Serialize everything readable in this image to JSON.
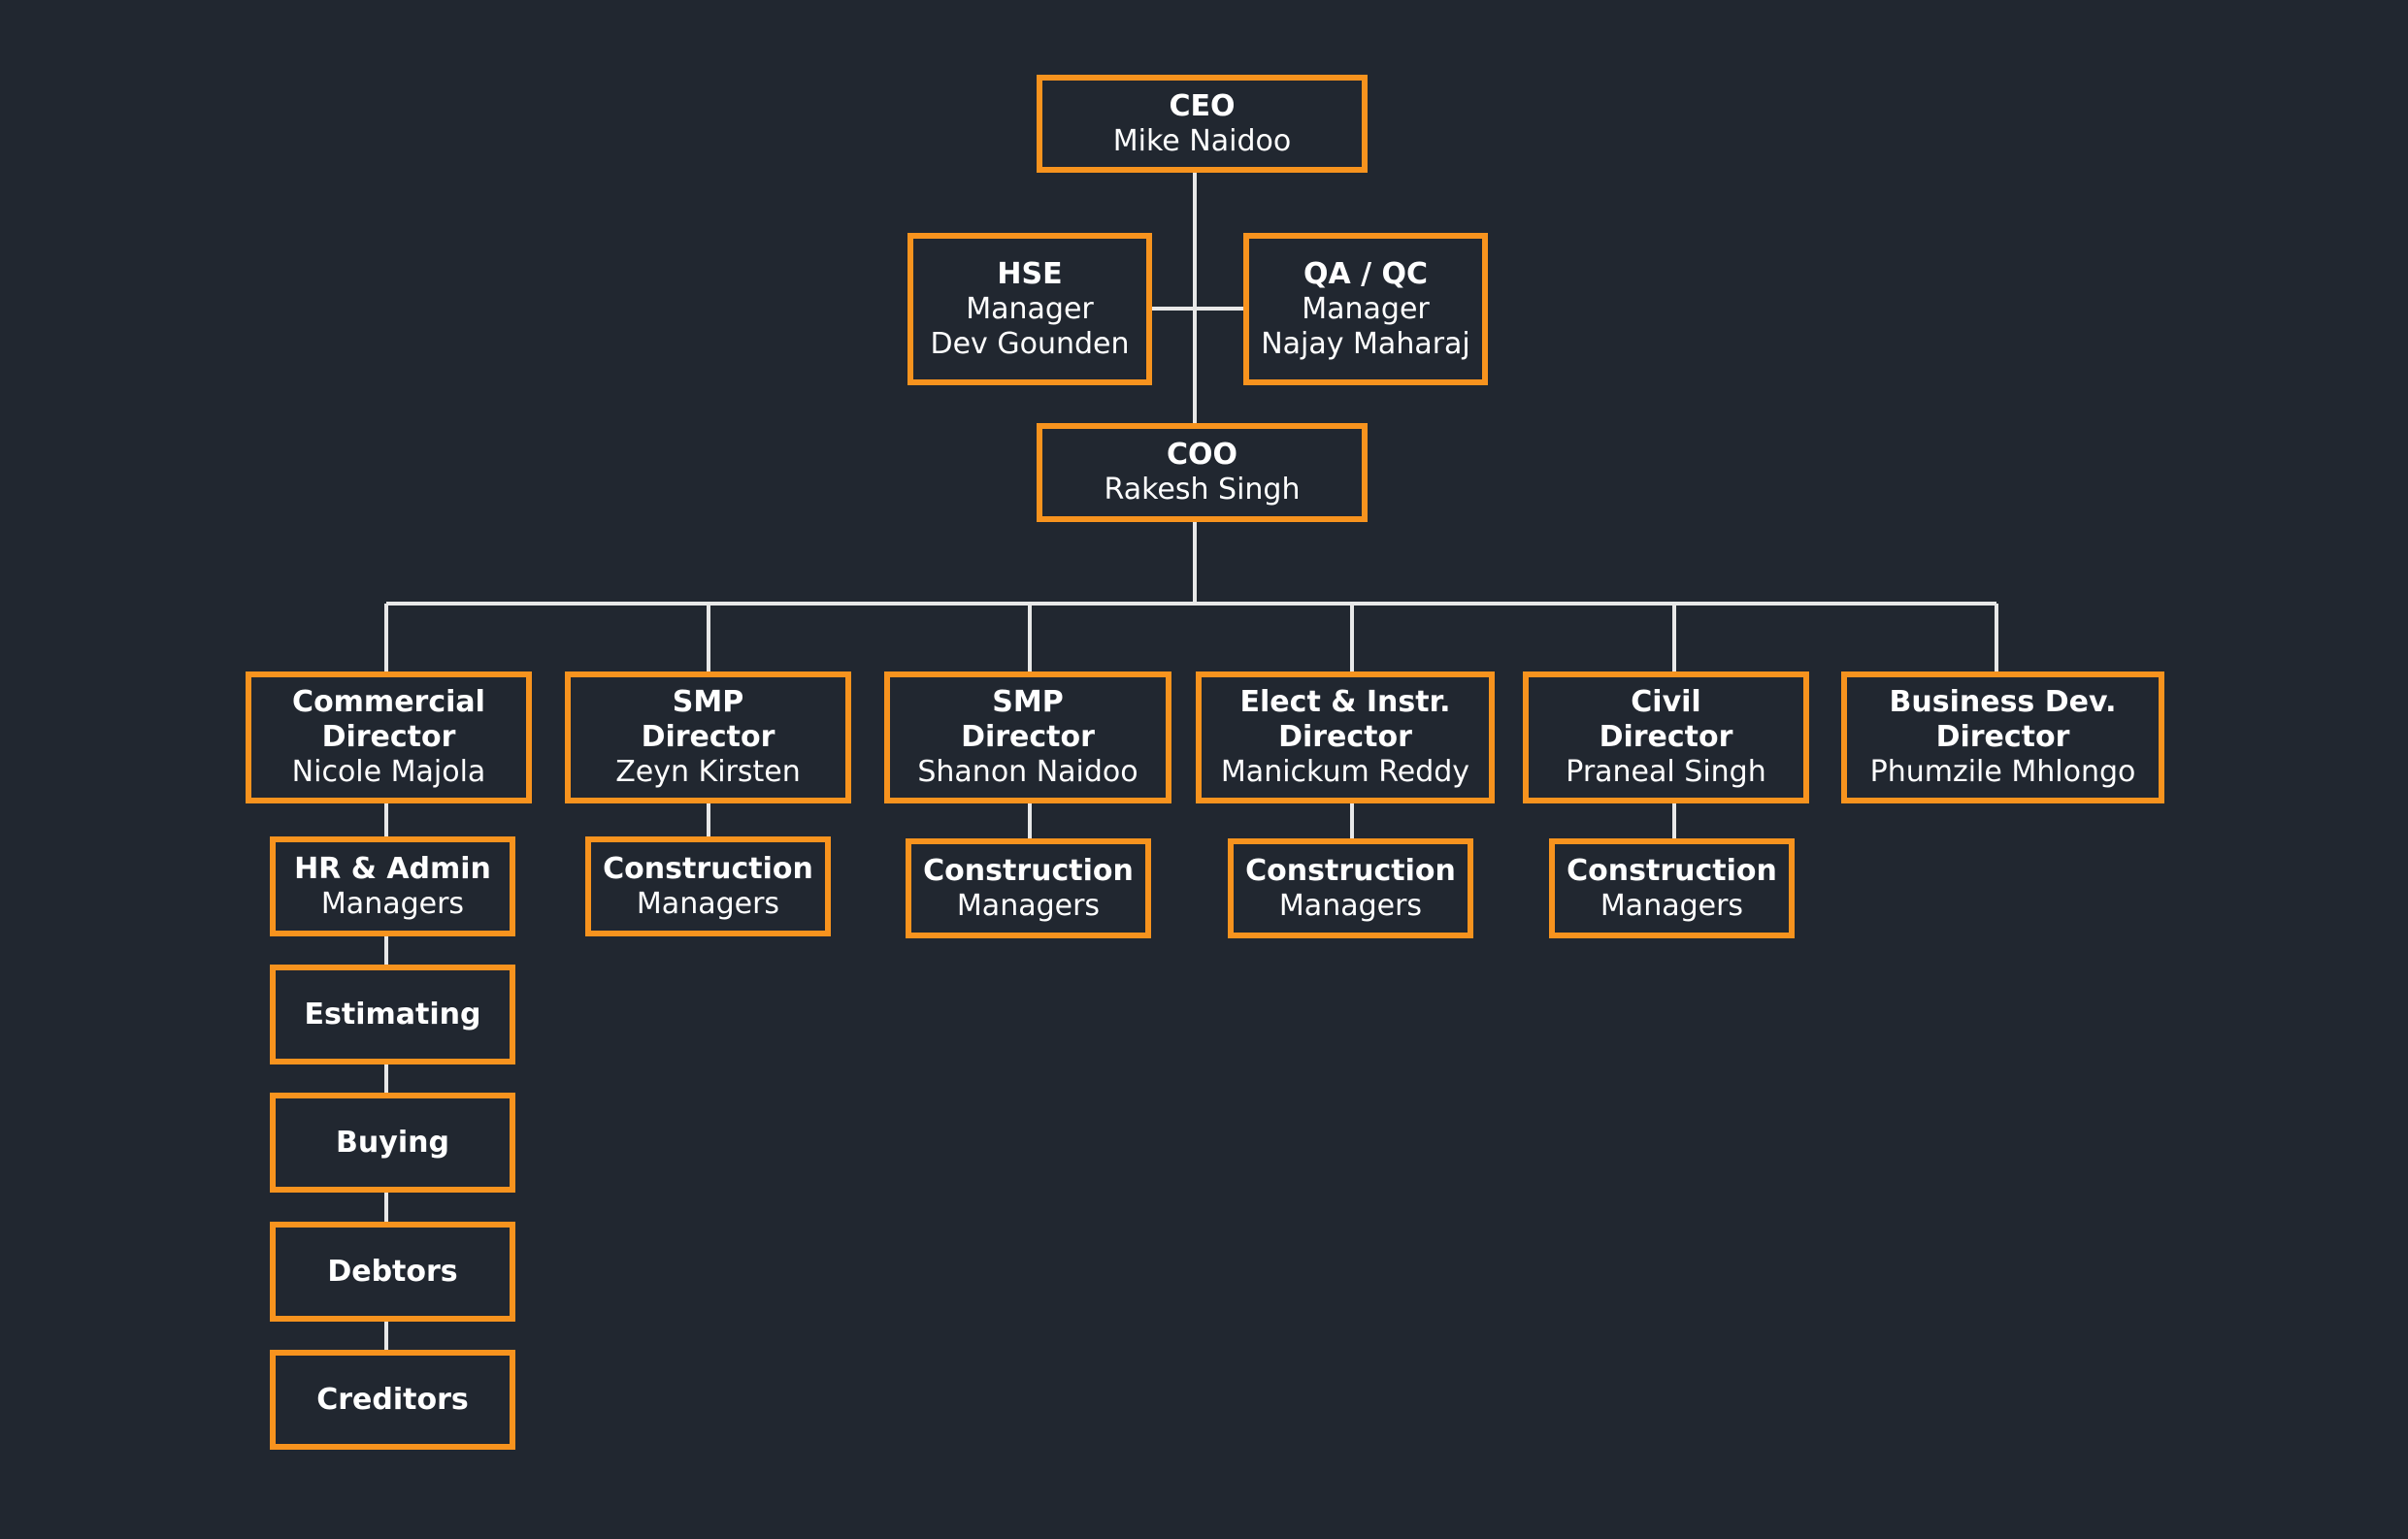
{
  "colors": {
    "background": "#212730",
    "box_border": "#f7931e",
    "connector": "#e8e8e8",
    "text": "#ffffff"
  },
  "nodes": {
    "ceo": {
      "title": "CEO",
      "lines": [
        "Mike Naidoo"
      ]
    },
    "hse": {
      "title": "HSE",
      "lines": [
        "Manager",
        "Dev Gounden"
      ]
    },
    "qa": {
      "title": "QA / QC",
      "lines": [
        "Manager",
        "Najay Maharaj"
      ]
    },
    "coo": {
      "title": "COO",
      "lines": [
        "Rakesh Singh"
      ]
    },
    "commercial": {
      "title": "Commercial Director",
      "lines": [
        "Nicole Majola"
      ]
    },
    "smp1": {
      "title": "SMP Director",
      "lines": [
        "Zeyn Kirsten"
      ]
    },
    "smp2": {
      "title": "SMP Director",
      "lines": [
        "Shanon Naidoo"
      ]
    },
    "elect": {
      "title": "Elect & Instr. Director",
      "lines": [
        "Manickum Reddy"
      ]
    },
    "civil": {
      "title": "Civil Director",
      "lines": [
        "Praneal Singh"
      ]
    },
    "bizdev": {
      "title": "Business Dev. Director",
      "lines": [
        "Phumzile Mhlongo"
      ]
    },
    "hr": {
      "title": "HR & Admin",
      "lines": [
        "Managers"
      ]
    },
    "estimating": {
      "title": "Estimating",
      "lines": []
    },
    "buying": {
      "title": "Buying",
      "lines": []
    },
    "debtors": {
      "title": "Debtors",
      "lines": []
    },
    "creditors": {
      "title": "Creditors",
      "lines": []
    },
    "cm1": {
      "title": "Construction",
      "lines": [
        "Managers"
      ]
    },
    "cm2": {
      "title": "Construction",
      "lines": [
        "Managers"
      ]
    },
    "cm3": {
      "title": "Construction",
      "lines": [
        "Managers"
      ]
    },
    "cm4": {
      "title": "Construction",
      "lines": [
        "Managers"
      ]
    }
  }
}
